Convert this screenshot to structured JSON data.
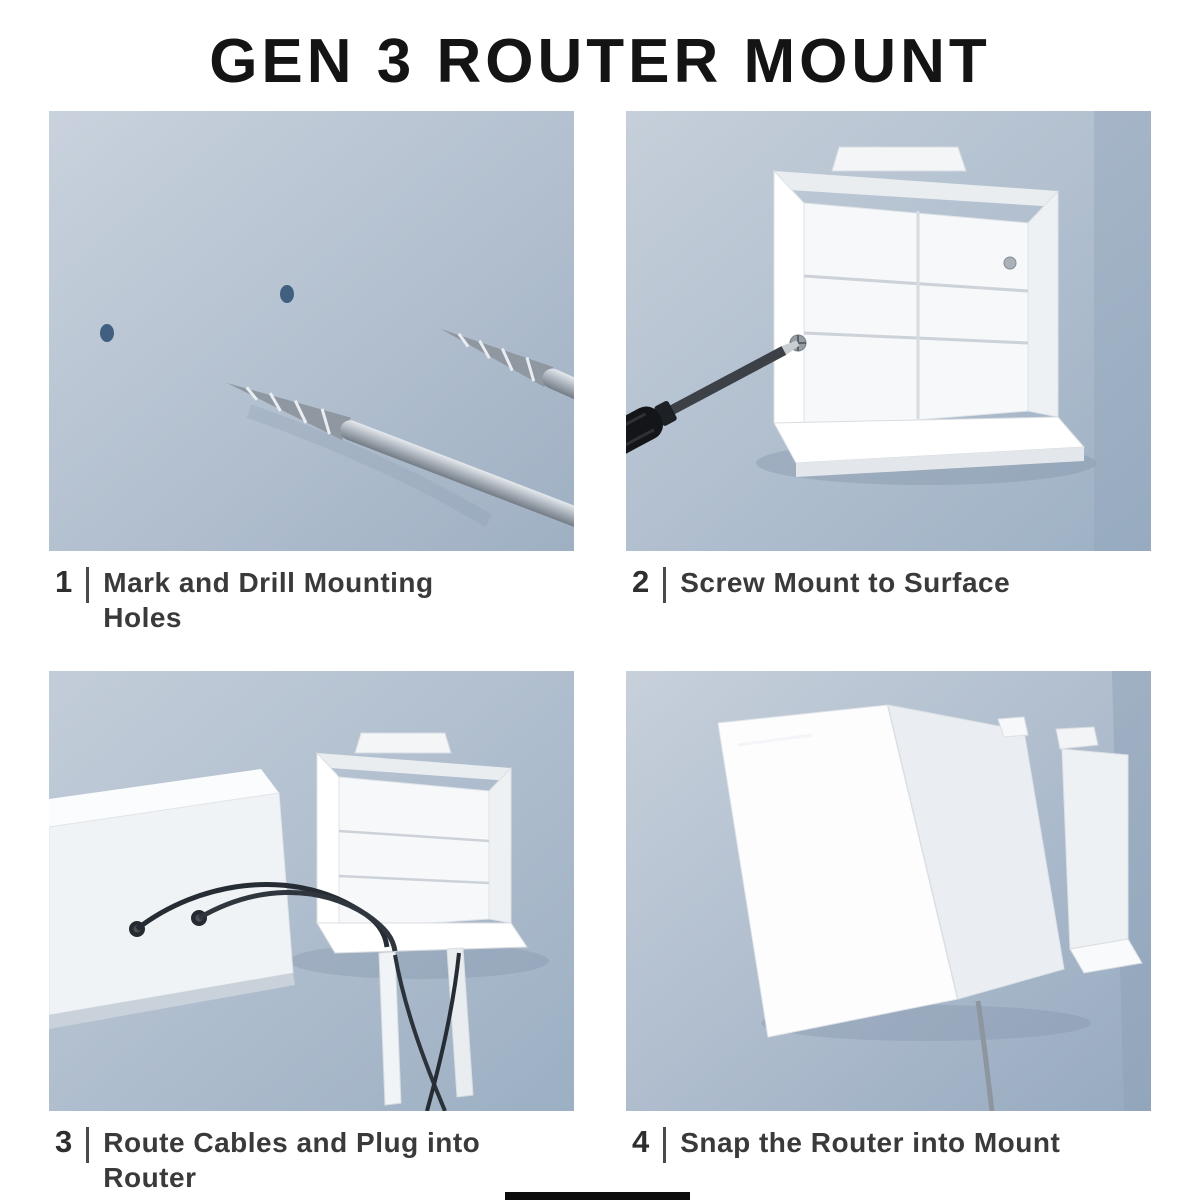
{
  "title": "GEN 3 ROUTER MOUNT",
  "steps": [
    {
      "number": "1",
      "caption": "Mark and Drill Mounting Holes"
    },
    {
      "number": "2",
      "caption": "Screw Mount to Surface"
    },
    {
      "number": "3",
      "caption": "Route Cables and Plug into Router"
    },
    {
      "number": "4",
      "caption": "Snap the Router into Mount"
    }
  ],
  "colors": {
    "wall_blue_light": "#c9d2dd",
    "wall_blue_dark": "#a4b4c6",
    "mount_white": "#f6f8fa",
    "cable_dark": "#262c33",
    "title_black": "#141414",
    "caption_gray": "#3a3a3a"
  }
}
